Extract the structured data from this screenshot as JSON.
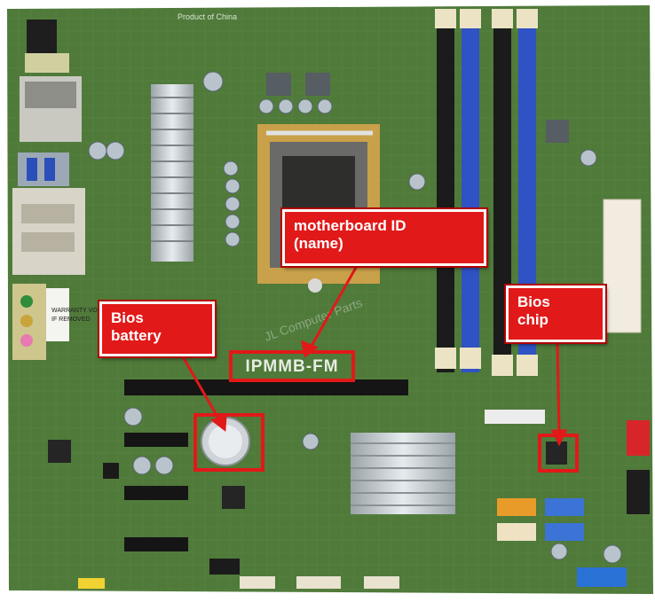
{
  "photo": {
    "subject": "motherboard",
    "board_id_text": "IPMMB-FM",
    "silkscreen_made_in": "Product of China",
    "silkscreen_warranty": [
      "WARRANTY VOID",
      "IF REMOVED"
    ],
    "watermark": "JL Computer Parts",
    "colors": {
      "pcb": "#4f7a3a",
      "dimm_blue": "#2f52c4",
      "dimm_black": "#1b1b1b",
      "callout_red": "#e11919"
    }
  },
  "annotations": {
    "motherboard_id": {
      "line1": "motherboard ID",
      "line2": "(name)"
    },
    "bios_battery": {
      "line1": "Bios",
      "line2": "battery"
    },
    "bios_chip": {
      "line1": "Bios",
      "line2": "chip"
    }
  }
}
